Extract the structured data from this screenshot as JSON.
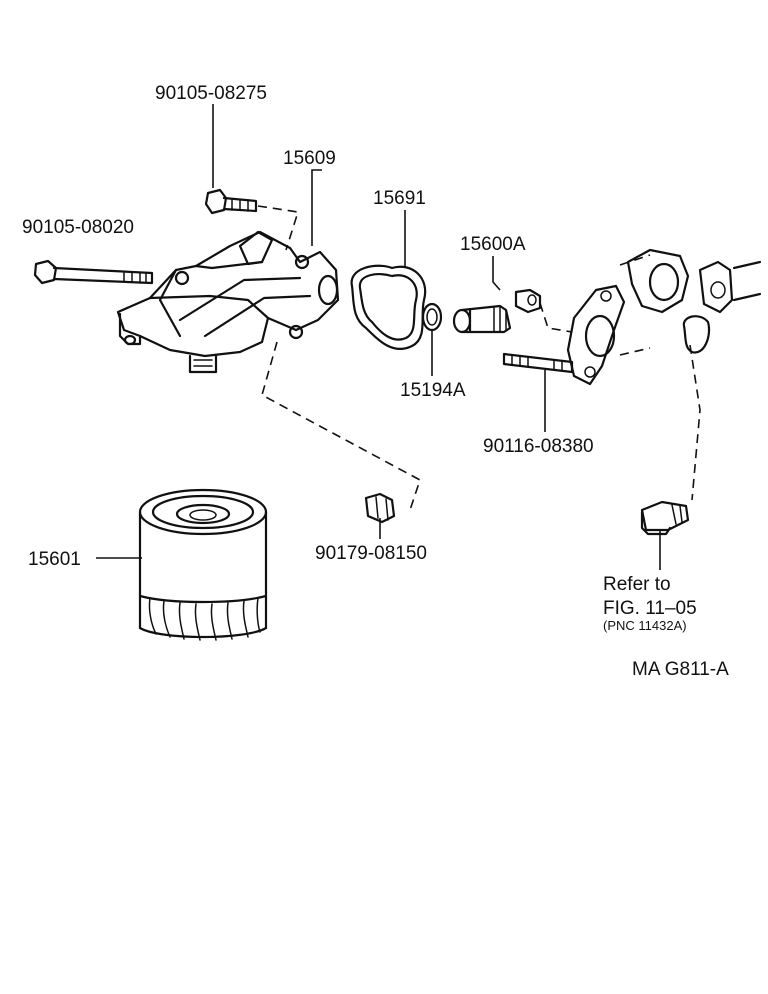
{
  "labels": {
    "p_90105_08275": "90105-08275",
    "p_15609": "15609",
    "p_90105_08020": "90105-08020",
    "p_15691": "15691",
    "p_15600A": "15600A",
    "p_15194A": "15194A",
    "p_90116_08380": "90116-08380",
    "p_15601": "15601",
    "p_90179_08150": "90179-08150"
  },
  "reference": {
    "line1": "Refer to",
    "line2": "FIG. 11–05",
    "line3": "(PNC 11432A)"
  },
  "figure_code": "MA G811-A"
}
